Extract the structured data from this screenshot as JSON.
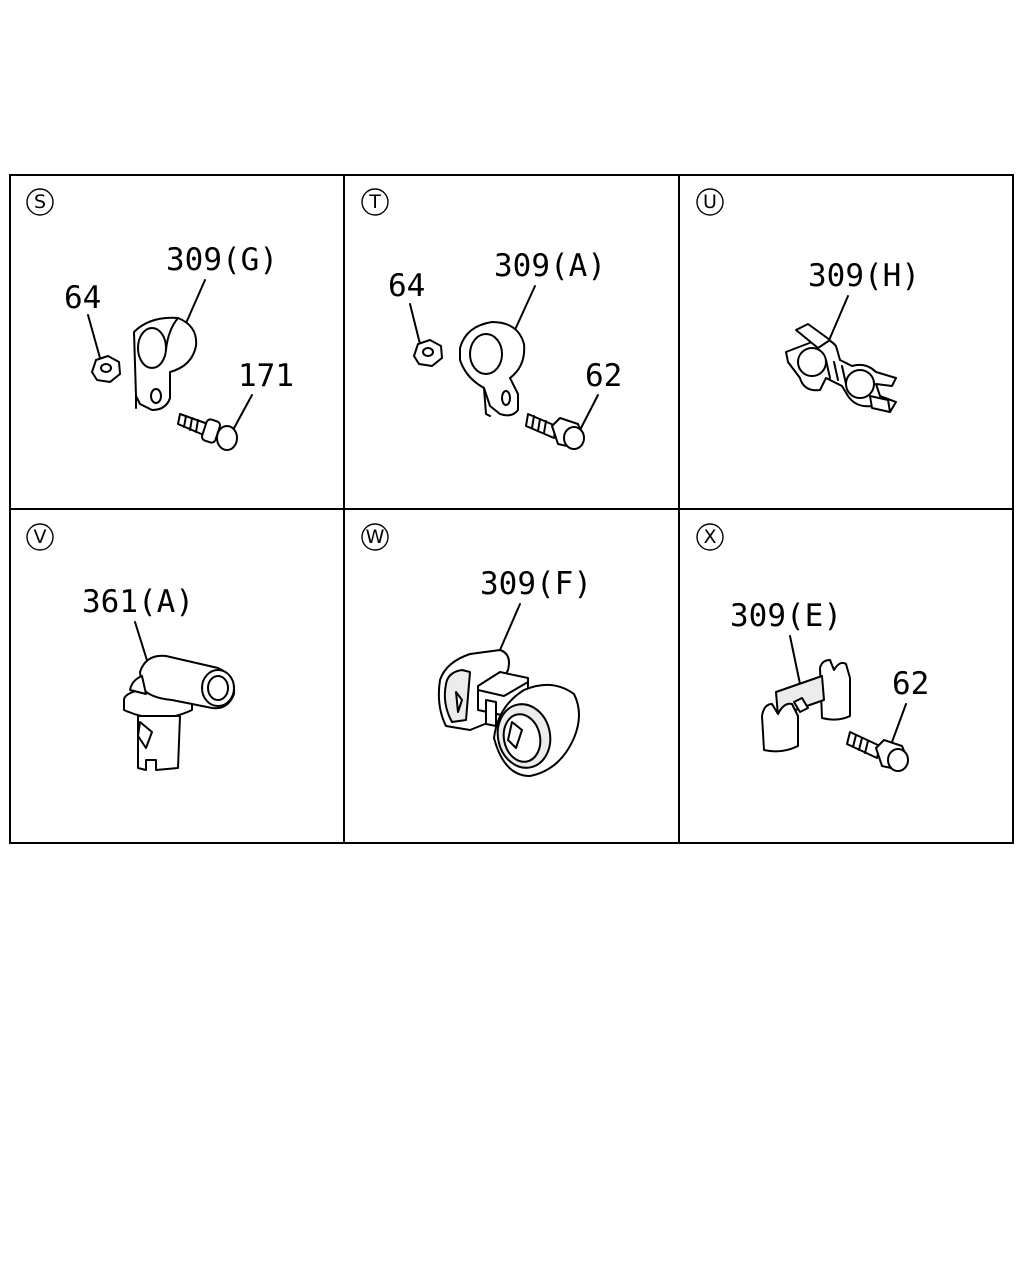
{
  "panels": [
    {
      "id": "S",
      "circle_letter": "S",
      "labels": [
        "309(G)",
        "64",
        "171"
      ]
    },
    {
      "id": "T",
      "circle_letter": "T",
      "labels": [
        "309(A)",
        "64",
        "62"
      ]
    },
    {
      "id": "U",
      "circle_letter": "U",
      "labels": [
        "309(H)"
      ]
    },
    {
      "id": "V",
      "circle_letter": "V",
      "labels": [
        "361(A)"
      ]
    },
    {
      "id": "W",
      "circle_letter": "W",
      "labels": [
        "309(F)"
      ]
    },
    {
      "id": "X",
      "circle_letter": "X",
      "labels": [
        "309(E)",
        "62"
      ]
    }
  ],
  "colors": {
    "line": "#000000",
    "background": "#ffffff"
  }
}
